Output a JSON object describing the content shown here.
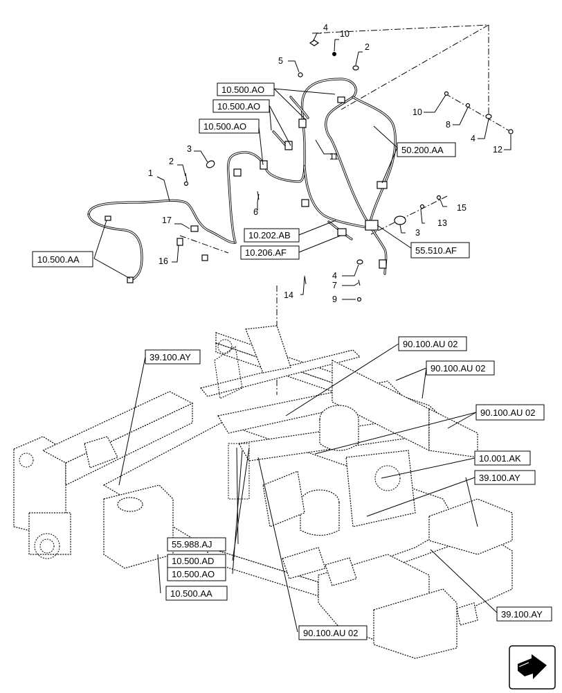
{
  "callouts": {
    "c1": "1",
    "c2a": "2",
    "c2b": "2",
    "c3a": "3",
    "c3b": "3",
    "c4a": "4",
    "c4b": "4",
    "c4c": "4",
    "c5": "5",
    "c6": "6",
    "c7": "7",
    "c8": "8",
    "c9": "9",
    "c10a": "10",
    "c10b": "10",
    "c11": "11",
    "c12": "12",
    "c13": "13",
    "c14": "14",
    "c15": "15",
    "c16": "16",
    "c17": "17"
  },
  "refs": {
    "r_10500AO_1": "10.500.AO",
    "r_10500AO_2": "10.500.AO",
    "r_10500AO_3": "10.500.AO",
    "r_50200AA": "50.200.AA",
    "r_10500AA_1": "10.500.AA",
    "r_10202AB": "10.202.AB",
    "r_10206AF": "10.206.AF",
    "r_55510AF": "55.510.AF",
    "r_39100AY_1": "39.100.AY",
    "r_90100AU_1": "90.100.AU 02",
    "r_90100AU_2": "90.100.AU 02",
    "r_90100AU_3": "90.100.AU 02",
    "r_10001AK": "10.001.AK",
    "r_39100AY_2": "39.100.AY",
    "r_55988AJ": "55.988.AJ",
    "r_10500AD": "10.500.AD",
    "r_10500AO_4": "10.500.AO",
    "r_10500AA_2": "10.500.AA",
    "r_90100AU_4": "90.100.AU 02",
    "r_39100AY_3": "39.100.AY"
  },
  "icons": {
    "view_arrow": "view-direction-arrow-icon"
  }
}
